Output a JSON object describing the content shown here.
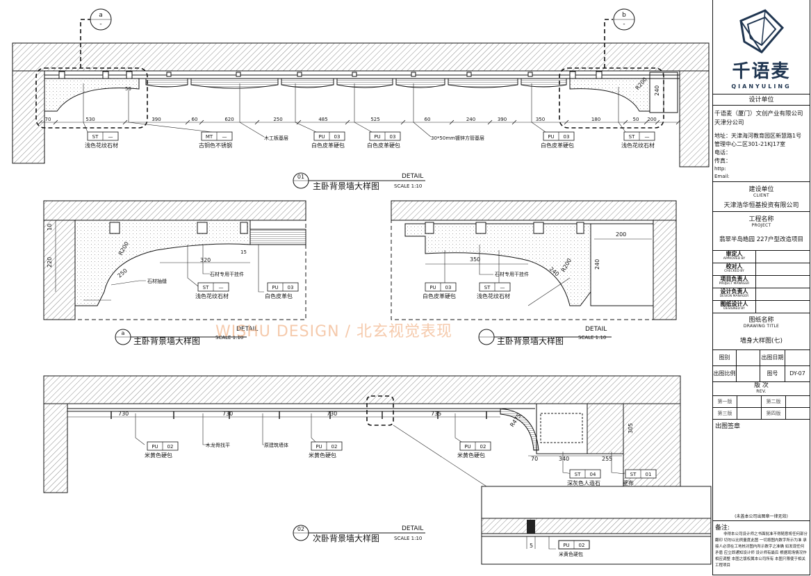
{
  "callouts": {
    "a": "a",
    "b": "b",
    "dash": "-"
  },
  "detail1": {
    "number": "01",
    "title": "主卧背景墙大样图",
    "detail_word": "DETAIL",
    "scale": "SCALE 1:10",
    "dims": [
      "70",
      "530",
      "390",
      "60",
      "620",
      "250",
      "485",
      "525",
      "60",
      "240",
      "390",
      "350",
      "180",
      "50",
      "200"
    ],
    "radius": "R200",
    "height": "240",
    "dim_50": "50",
    "tags": [
      {
        "code": "ST",
        "num": "—",
        "label": "浅色花纹石材"
      },
      {
        "code": "MT",
        "num": "—",
        "label": "古铜色不锈钢"
      },
      {
        "code": "PU",
        "num": "03",
        "label": "白色皮革硬包"
      },
      {
        "code": "PU",
        "num": "03",
        "label": "白色皮革硬包"
      },
      {
        "code": "PU",
        "num": "03",
        "label": "白色皮革硬包"
      },
      {
        "code": "ST",
        "num": "—",
        "label": "浅色花纹石材"
      }
    ],
    "notes": [
      "木工板基层",
      "30*50mm镀锌方管基层"
    ]
  },
  "detailA": {
    "letter": "a",
    "title": "主卧背景墙大样图",
    "detail_word": "DETAIL",
    "scale": "SCALE 1:10",
    "dims": [
      "10",
      "220",
      "320",
      "15",
      "250"
    ],
    "radius": "R200",
    "notes": [
      "石材抽缝",
      "石材专用干挂件"
    ],
    "tags": [
      {
        "code": "ST",
        "num": "—",
        "label": "浅色花纹石材"
      },
      {
        "code": "PU",
        "num": "03",
        "label": "白色皮革包"
      }
    ]
  },
  "detailB": {
    "title": "主卧背景墙大样图",
    "detail_word": "DETAIL",
    "scale": "SCALE 1:10",
    "dims": [
      "200",
      "350",
      "240",
      "240"
    ],
    "radius": "R200",
    "notes": [
      "石材专用干挂件"
    ],
    "tags": [
      {
        "code": "PU",
        "num": "03",
        "label": "白色皮革硬包"
      },
      {
        "code": "ST",
        "num": "—",
        "label": "浅色花纹石材"
      }
    ]
  },
  "watermark": "WISHU DESIGN / 北玄视觉表现",
  "detail2": {
    "number": "02",
    "title": "次卧背景墙大样图",
    "detail_word": "DETAIL",
    "scale": "SCALE 1:10",
    "dims": [
      "730",
      "730",
      "730",
      "735",
      "340",
      "255",
      "305",
      "70"
    ],
    "radius": "R475",
    "notes": [
      "木龙骨找平",
      "原建筑墙体"
    ],
    "tags": [
      {
        "code": "PU",
        "num": "02",
        "label": "米黄色硬包"
      },
      {
        "code": "PU",
        "num": "02",
        "label": "米黄色硬包"
      },
      {
        "code": "PU",
        "num": "02",
        "label": "米黄色硬包"
      },
      {
        "code": "ST",
        "num": "04",
        "label": "深灰色人造石"
      },
      {
        "code": "ST",
        "num": "01",
        "label": "壁布"
      }
    ],
    "inset_dim": "5",
    "inset_tag": {
      "code": "PU",
      "num": "02",
      "label": "米黄色硬包"
    }
  },
  "titleblock": {
    "logo_text": "千语麦",
    "logo_sub": "QIANYULING",
    "designer_heading": "设计单位",
    "designer_name": "千语麦（厦门）文创产业有限公司天津分公司",
    "address": "地址：天津海河教育园区新慧路1号 管理中心二区301-21KJ17室",
    "phone": "电话：",
    "fax": "传真：",
    "http": "http:",
    "email": "Email:",
    "client_heading": "建设单位",
    "client_en": "CLIENT",
    "client_name": "天津浩华恒基投资有限公司",
    "project_heading": "工程名称",
    "project_en": "PROJECT",
    "project_name": "翡翠半岛皓园 227户型改造项目",
    "signatures": [
      {
        "cn": "审定人",
        "en": "APPROVED BY"
      },
      {
        "cn": "校对人",
        "en": "CHECKED BY"
      },
      {
        "cn": "项目负责人",
        "en": "PROJECT MANAGER"
      },
      {
        "cn": "设计负责人",
        "en": "DESIGN MANAGER"
      },
      {
        "cn": "图纸设计人",
        "en": "DESIGNED BY"
      }
    ],
    "drawing_title_heading": "图纸名称",
    "drawing_title_en": "DRAWING TITLE",
    "drawing_title": "墙身大样图(七)",
    "category_label": "图别",
    "date_label": "出图日期",
    "scale_label": "出图比例",
    "number_label": "图号",
    "number_value": "DY-07",
    "revision_heading": "版 次",
    "revision_en": "REV.",
    "revisions": [
      "第一版",
      "第二版",
      "第三版",
      "第四版"
    ],
    "stamp_label": "出图签章",
    "stamp_note": "(未盖本公司出图章一律无效)",
    "notes_heading": "备注:",
    "notes_text": "非得本公司设计师之书面批准不得随意将任何部分翻印 切勿以比例量度此图 一切按图内数字所示为准 承接人必须在工地核对图内所示数字之准确 如发现任何矛盾 应立即通知设计师 设计师有最后 根据现场情况作相应调整 本图之版权属本公司所有 本图只限使于相关工程项目"
  }
}
